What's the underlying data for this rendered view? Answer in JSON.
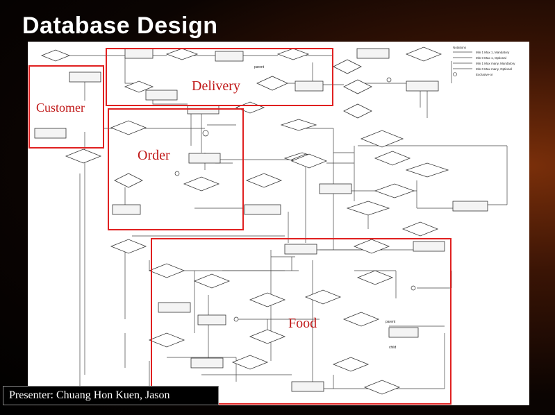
{
  "slide": {
    "title": "Database Design",
    "presenter": "Presenter: Chuang Hon Kuen, Jason"
  },
  "regions": {
    "delivery": "Delivery",
    "customer": "Customer",
    "order": "Order",
    "food": "Food"
  },
  "colors": {
    "region_border": "#e02020",
    "region_label": "#c01818",
    "title": "#ffffff",
    "background": "#000000"
  },
  "legend": {
    "title": "Notations",
    "items": [
      "Min 1 Max 1, Mandatory",
      "Min 0 Max 1, Optional",
      "Min 1 Max many, Mandatory",
      "Min 0 Max many, Optional",
      "Exclusive-or"
    ]
  },
  "annotations": {
    "parent_1": "parent",
    "parent_2": "parent",
    "child": "child"
  }
}
